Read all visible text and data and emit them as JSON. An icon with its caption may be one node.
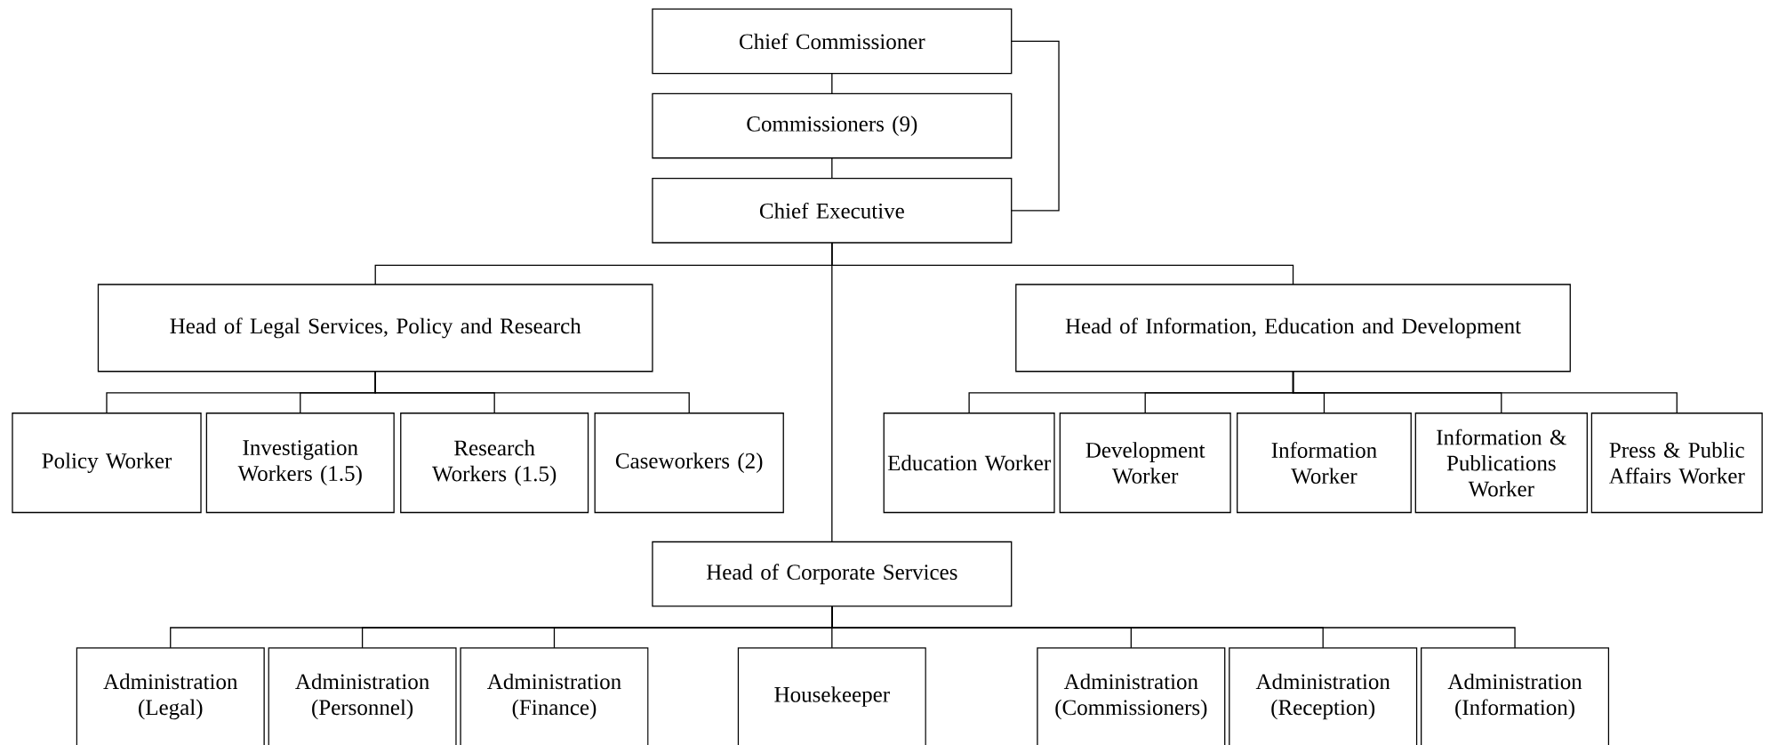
{
  "diagram": {
    "nodes": [
      {
        "text": [
          "Chief Commissioner"
        ]
      },
      {
        "text": [
          "Commissioners (9)"
        ]
      },
      {
        "text": [
          "Chief Executive"
        ]
      },
      {
        "text": [
          "Head of Legal Services, Policy and Research"
        ]
      },
      {
        "text": [
          "Head of Information, Education and Development"
        ]
      },
      {
        "text": [
          "Policy Worker"
        ]
      },
      {
        "text": [
          "Investigation Workers (1.5)"
        ]
      },
      {
        "text": [
          "Research Workers (1.5)"
        ]
      },
      {
        "text": [
          "Caseworkers (2)"
        ]
      },
      {
        "text": [
          "Education Worker"
        ]
      },
      {
        "text": [
          "Development Worker"
        ]
      },
      {
        "text": [
          "Information Worker"
        ]
      },
      {
        "text": [
          "Information & Publications Worker"
        ]
      },
      {
        "text": [
          "Press & Public Affairs Worker"
        ]
      },
      {
        "text": [
          "Head of Corporate Services"
        ]
      },
      {
        "text": [
          "Administration (Legal)"
        ]
      },
      {
        "text": [
          "Administration (Personnel)"
        ]
      },
      {
        "text": [
          "Administration (Finance)"
        ]
      },
      {
        "text": [
          "Housekeeper"
        ]
      },
      {
        "text": [
          "Administration (Commissioners)"
        ]
      },
      {
        "text": [
          "Administration (Reception)"
        ]
      },
      {
        "text": [
          "Administration (Information)"
        ]
      }
    ],
    "edges": [
      {
        "from": 0,
        "to": 1,
        "arrow": "none"
      },
      {
        "from": 1,
        "to": 2,
        "arrow": "none"
      },
      {
        "from": 0,
        "to": 2,
        "arrow": "none"
      },
      {
        "from": 2,
        "to": 3,
        "arrow": "none"
      },
      {
        "from": 2,
        "to": 4,
        "arrow": "none"
      },
      {
        "from": 2,
        "to": 14,
        "arrow": "none"
      },
      {
        "from": 3,
        "to": 5,
        "arrow": "none"
      },
      {
        "from": 3,
        "to": 6,
        "arrow": "none"
      },
      {
        "from": 3,
        "to": 7,
        "arrow": "none"
      },
      {
        "from": 3,
        "to": 8,
        "arrow": "none"
      },
      {
        "from": 4,
        "to": 9,
        "arrow": "none"
      },
      {
        "from": 4,
        "to": 10,
        "arrow": "none"
      },
      {
        "from": 4,
        "to": 11,
        "arrow": "none"
      },
      {
        "from": 4,
        "to": 12,
        "arrow": "none"
      },
      {
        "from": 4,
        "to": 13,
        "arrow": "none"
      },
      {
        "from": 14,
        "to": 15,
        "arrow": "none"
      },
      {
        "from": 14,
        "to": 16,
        "arrow": "none"
      },
      {
        "from": 14,
        "to": 17,
        "arrow": "none"
      },
      {
        "from": 14,
        "to": 18,
        "arrow": "none"
      },
      {
        "from": 14,
        "to": 19,
        "arrow": "none"
      },
      {
        "from": 14,
        "to": 20,
        "arrow": "none"
      },
      {
        "from": 14,
        "to": 21,
        "arrow": "none"
      }
    ]
  }
}
